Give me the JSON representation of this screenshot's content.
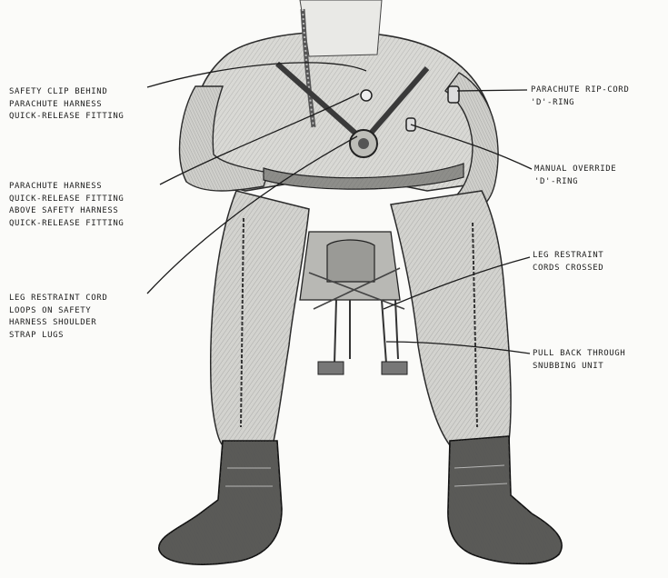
{
  "palette": {
    "background": "#fbfbf9",
    "ink": "#1d1d1d",
    "shade_dark": "#3a3a3a",
    "shade_mid": "#8c8c8c",
    "shade_light": "#cfcfcc"
  },
  "callouts": {
    "safety_clip": [
      "SAFETY CLIP BEHIND",
      "PARACHUTE HARNESS",
      "QUICK-RELEASE FITTING"
    ],
    "parachute_harness": [
      "PARACHUTE HARNESS",
      "QUICK-RELEASE FITTING",
      "ABOVE SAFETY HARNESS",
      "QUICK-RELEASE FITTING"
    ],
    "leg_restraint_loops": [
      "LEG RESTRAINT CORD",
      "LOOPS ON SAFETY",
      "HARNESS SHOULDER",
      "STRAP LUGS"
    ],
    "rip_cord": [
      "PARACHUTE RIP-CORD",
      "'D'-RING"
    ],
    "manual_override": [
      "MANUAL  OVERRIDE",
      "'D'-RING"
    ],
    "leg_restraint_crossed": [
      "LEG RESTRAINT",
      "CORDS CROSSED"
    ],
    "pull_back": [
      "PULL BACK THROUGH",
      "SNUBBING UNIT"
    ]
  }
}
